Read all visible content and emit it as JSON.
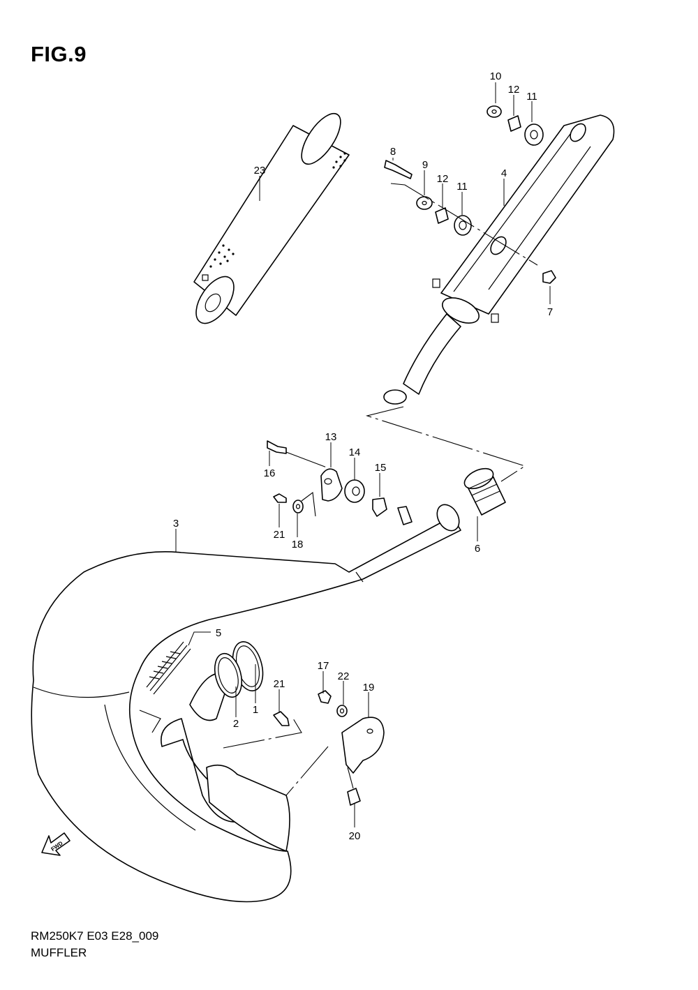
{
  "figure": {
    "title": "FIG.9"
  },
  "footer": {
    "code": "RM250K7 E03 E28_009",
    "name": "MUFFLER"
  },
  "fwd_label": "FWD",
  "callouts": [
    "10",
    "12",
    "11",
    "8",
    "9",
    "12",
    "11",
    "4",
    "23",
    "7",
    "13",
    "14",
    "15",
    "16",
    "21",
    "18",
    "6",
    "3",
    "5",
    "17",
    "22",
    "19",
    "21",
    "1",
    "2",
    "20"
  ]
}
